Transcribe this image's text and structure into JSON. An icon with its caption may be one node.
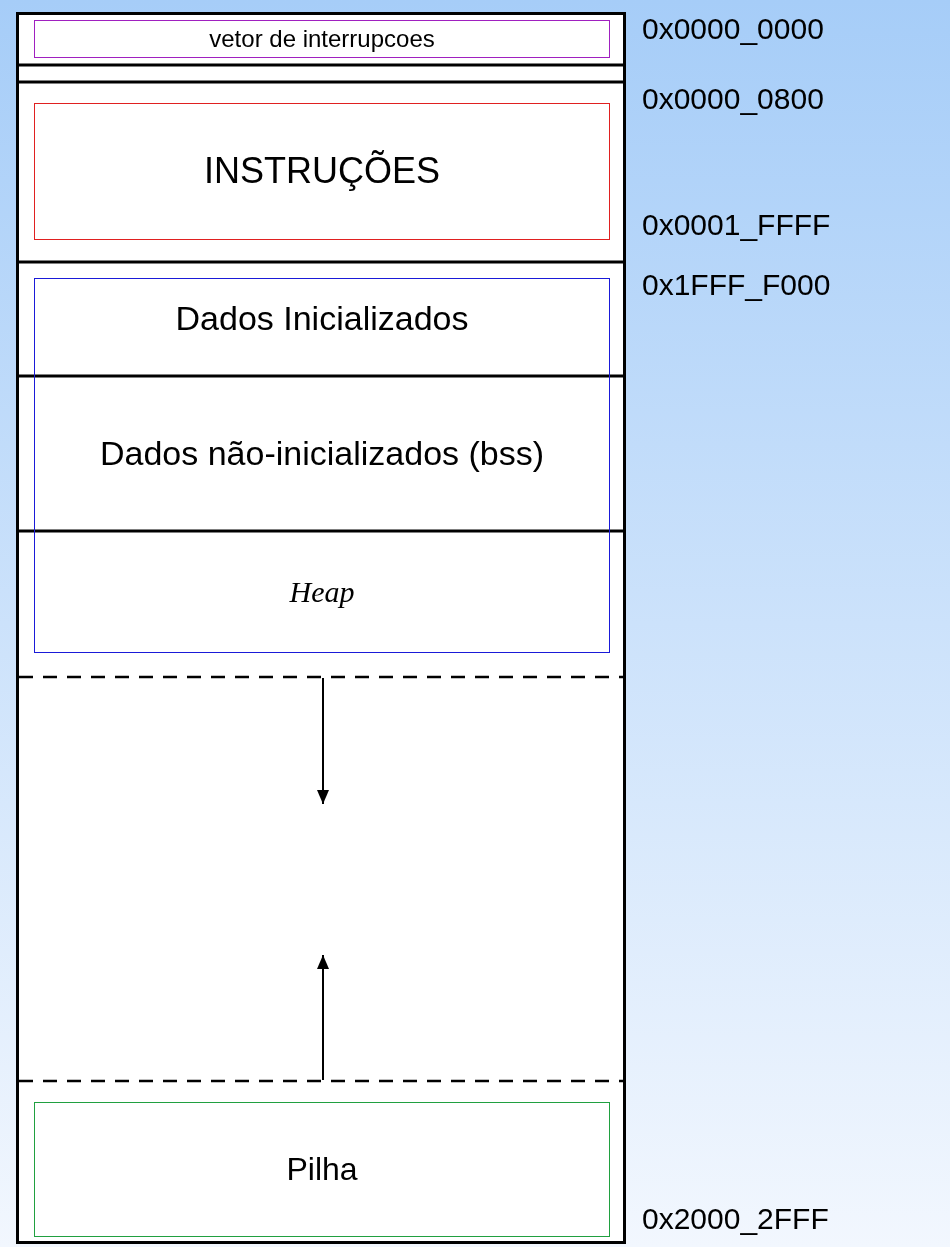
{
  "diagram": {
    "nodes": [
      {
        "text": [
          "vetor de interrupcoes"
        ]
      },
      {
        "text": [
          "INSTRUÇÕES"
        ]
      },
      {
        "text": [
          "Dados Inicializados"
        ]
      },
      {
        "text": [
          "Dados não-inicializados (bss)"
        ]
      },
      {
        "text": [
          "Heap"
        ]
      },
      {
        "text": [
          "Pilha"
        ]
      }
    ],
    "labels": [
      "0x0000_0000",
      "0x0000_0800",
      "0x0001_FFFF",
      "0x1FFF_F000",
      "0x2000_2FFF"
    ]
  }
}
